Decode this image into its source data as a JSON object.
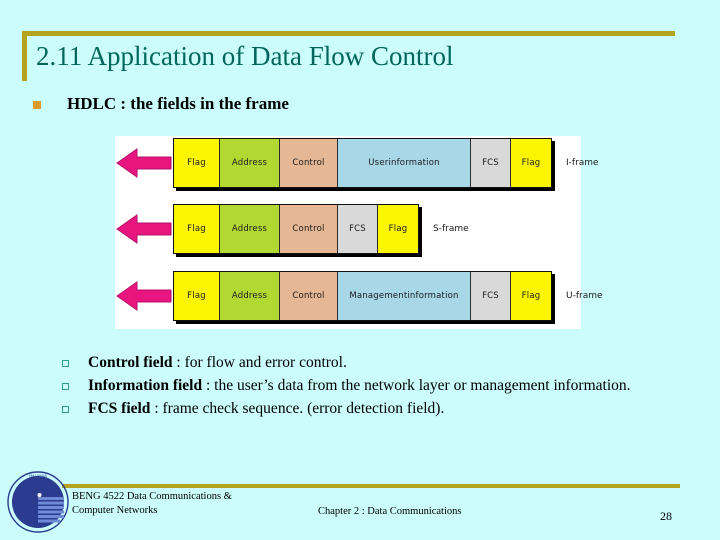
{
  "slide": {
    "title": "2.11 Application of Data Flow Control",
    "background_color": "#ccfdfd",
    "title_color": "#00665c",
    "accent_color": "#b5a221"
  },
  "main_bullet": {
    "marker": "square-bullet-icon",
    "text": "HDLC : the fields in the frame"
  },
  "diagram": {
    "rows": [
      {
        "label": "I-frame",
        "arrow": "left-arrow-icon",
        "fields": [
          {
            "name": "Flag",
            "color": "#fbf500",
            "width": 46
          },
          {
            "name": "Address",
            "color": "#b2d832",
            "width": 60
          },
          {
            "name": "Control",
            "color": "#e5b795",
            "width": 58
          },
          {
            "name": "User\ninformation",
            "color": "#a8d7e8",
            "width": 133
          },
          {
            "name": "FCS",
            "color": "#d9d9d9",
            "width": 40
          },
          {
            "name": "Flag",
            "color": "#fbf500",
            "width": 40
          }
        ]
      },
      {
        "label": "S-frame",
        "arrow": "left-arrow-icon",
        "fields": [
          {
            "name": "Flag",
            "color": "#fbf500",
            "width": 46
          },
          {
            "name": "Address",
            "color": "#b2d832",
            "width": 60
          },
          {
            "name": "Control",
            "color": "#e5b795",
            "width": 58
          },
          {
            "name": "FCS",
            "color": "#d9d9d9",
            "width": 40
          },
          {
            "name": "Flag",
            "color": "#fbf500",
            "width": 40
          }
        ]
      },
      {
        "label": "U-frame",
        "arrow": "left-arrow-icon",
        "fields": [
          {
            "name": "Flag",
            "color": "#fbf500",
            "width": 46
          },
          {
            "name": "Address",
            "color": "#b2d832",
            "width": 60
          },
          {
            "name": "Control",
            "color": "#e5b795",
            "width": 58
          },
          {
            "name": "Management\ninformation",
            "color": "#a8d7e8",
            "width": 133
          },
          {
            "name": "FCS",
            "color": "#d9d9d9",
            "width": 40
          },
          {
            "name": "Flag",
            "color": "#fbf500",
            "width": 40
          }
        ]
      }
    ]
  },
  "sub_bullets": [
    {
      "bold": "Control field",
      "rest": " : for flow and error control."
    },
    {
      "bold": "Information field",
      "rest": " : the user’s data from the network layer or management information."
    },
    {
      "bold": "FCS field",
      "rest": " : frame check sequence. (error detection field)."
    }
  ],
  "footer": {
    "left_line1": "BENG 4522 Data Communications &",
    "left_line2": "Computer Networks",
    "center": "Chapter 2 : Data Communications",
    "page_number": "28",
    "logo": "university-emblem-logo"
  }
}
